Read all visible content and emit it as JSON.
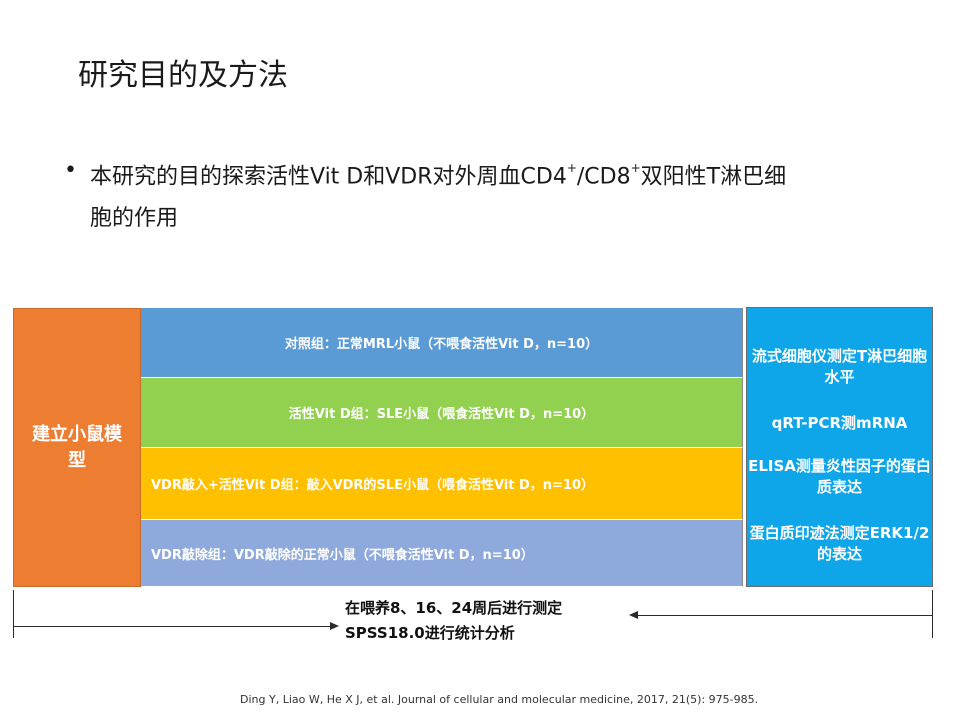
{
  "slide": {
    "title": "研究目的及方法",
    "bullet": {
      "part1": "本研究的目的探索活性Vit D和VDR对外周血CD4",
      "sup1": "+",
      "part2": "/CD8",
      "sup2": "+",
      "part3": "双阳性T淋巴细",
      "line2": "胞的作用"
    }
  },
  "flow": {
    "model_label": "建立小鼠模型",
    "groups": [
      "对照组：正常MRL小鼠（不喂食活性Vit  D，n=10）",
      "活性Vit D组：SLE小鼠（喂食活性Vit  D，n=10）",
      "VDR敲入+活性Vit  D组：敲入VDR的SLE小鼠（喂食活性Vit  D，n=10）",
      "VDR敲除组：VDR敲除的正常小鼠（不喂食活性Vit  D，n=10）"
    ],
    "methods": [
      "流式细胞仪测定T淋巴细胞水平",
      "qRT-PCR测mRNA",
      "ELISA测量炎性因子的蛋白质表达",
      "蛋白质印迹法测定ERK1/2的表达"
    ],
    "timeline": [
      "在喂养8、16、24周后进行测定",
      "SPSS18.0进行统计分析"
    ]
  },
  "citation": "Ding Y,  Liao W, He X J, et al. Journal of cellular and molecular medicine, 2017, 21(5): 975-985.",
  "colors": {
    "model": "#ED7D31",
    "group1": "#5B9BD5",
    "group2": "#92D050",
    "group3": "#FFC000",
    "group4": "#8EA9DB",
    "methods": "#0EA5E9"
  }
}
